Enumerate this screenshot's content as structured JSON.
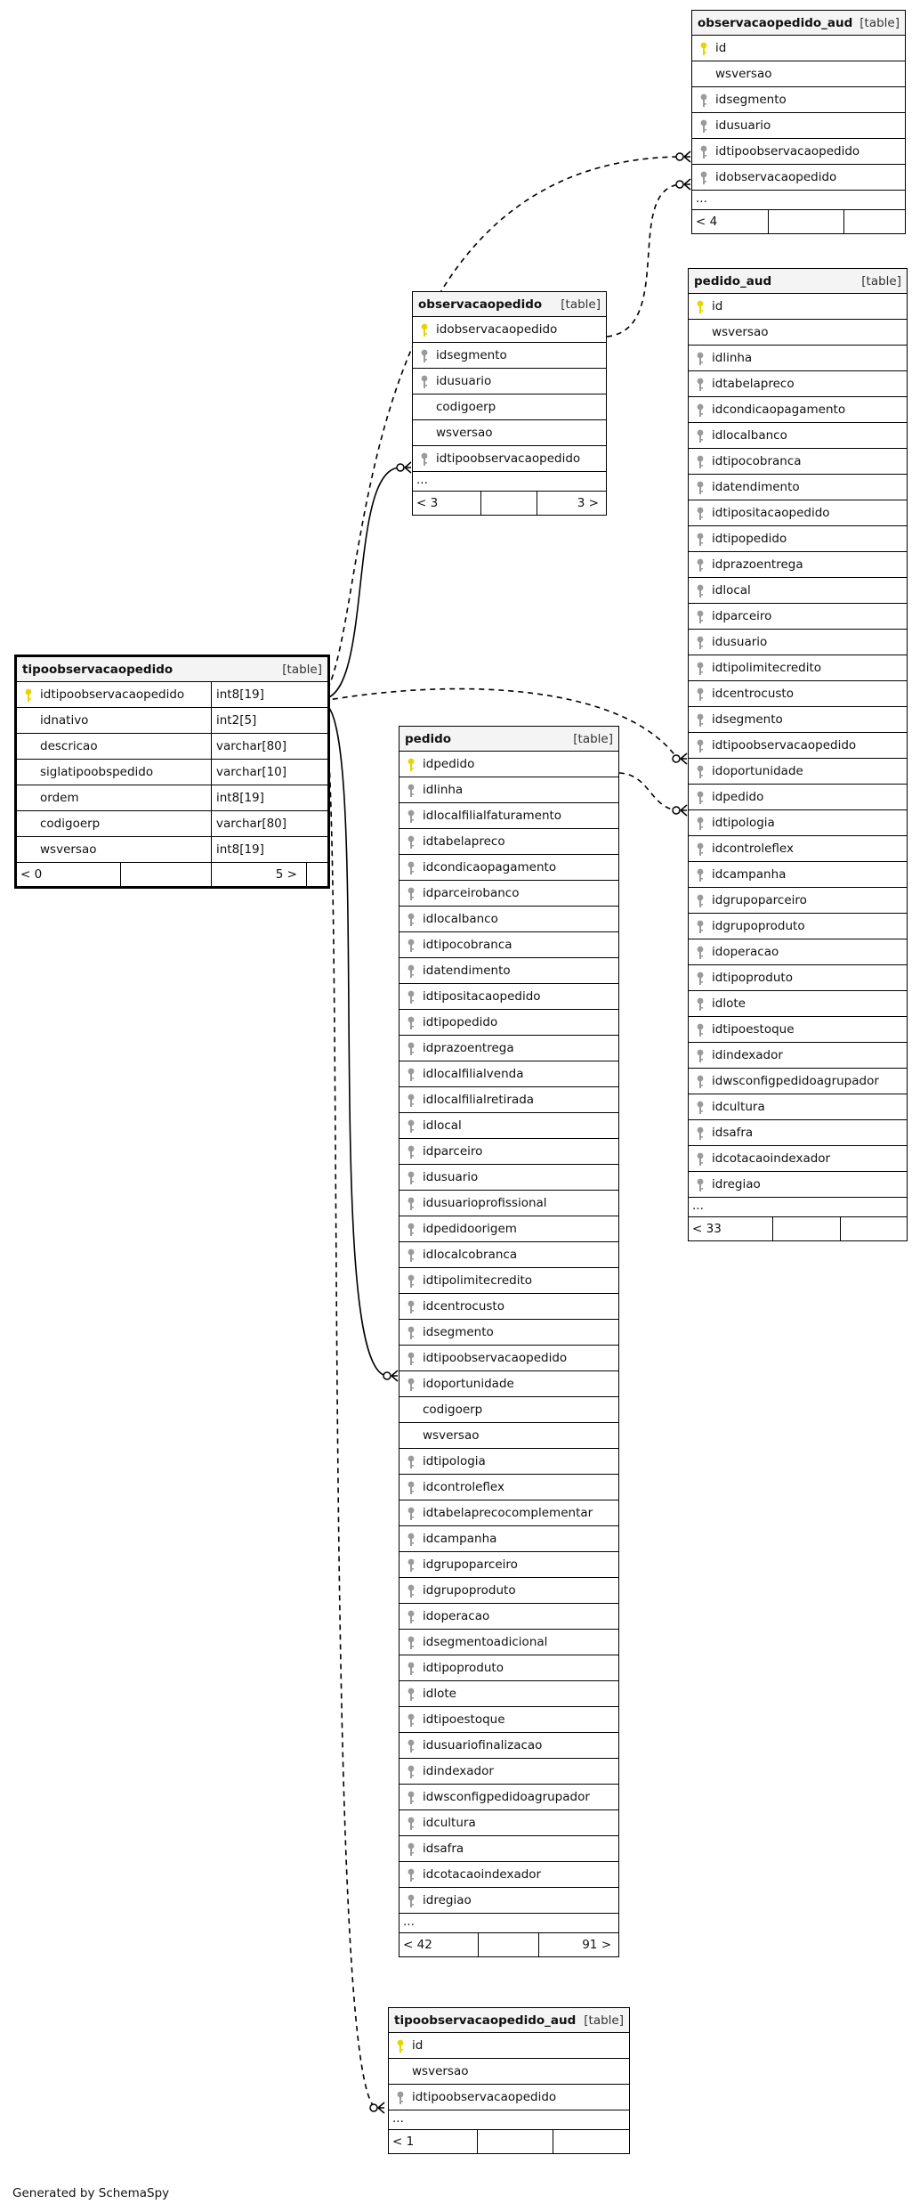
{
  "tables": [
    {
      "id": "t-aud",
      "name": "observacaopedido_aud",
      "kind": "[table]",
      "columns": [
        {
          "name": "id",
          "key": "pk"
        },
        {
          "name": "wsversao",
          "key": "none"
        },
        {
          "name": "idsegmento",
          "key": "fk"
        },
        {
          "name": "idusuario",
          "key": "fk"
        },
        {
          "name": "idtipoobservacaopedido",
          "key": "fk"
        },
        {
          "name": "idobservacaopedido",
          "key": "fk"
        }
      ],
      "ellipsis": "...",
      "footer_left": "< 4",
      "footer_right": ""
    },
    {
      "id": "t-obs",
      "name": "observacaopedido",
      "kind": "[table]",
      "columns": [
        {
          "name": "idobservacaopedido",
          "key": "pk"
        },
        {
          "name": "idsegmento",
          "key": "fk"
        },
        {
          "name": "idusuario",
          "key": "fk"
        },
        {
          "name": "codigoerp",
          "key": "none"
        },
        {
          "name": "wsversao",
          "key": "none"
        },
        {
          "name": "idtipoobservacaopedido",
          "key": "fk"
        }
      ],
      "ellipsis": "...",
      "footer_left": "< 3",
      "footer_right": "3 >"
    },
    {
      "id": "t-paud",
      "name": "pedido_aud",
      "kind": "[table]",
      "columns": [
        {
          "name": "id",
          "key": "pk"
        },
        {
          "name": "wsversao",
          "key": "none"
        },
        {
          "name": "idlinha",
          "key": "fk"
        },
        {
          "name": "idtabelapreco",
          "key": "fk"
        },
        {
          "name": "idcondicaopagamento",
          "key": "fk"
        },
        {
          "name": "idlocalbanco",
          "key": "fk"
        },
        {
          "name": "idtipocobranca",
          "key": "fk"
        },
        {
          "name": "idatendimento",
          "key": "fk"
        },
        {
          "name": "idtipositacaopedido",
          "key": "fk"
        },
        {
          "name": "idtipopedido",
          "key": "fk"
        },
        {
          "name": "idprazoentrega",
          "key": "fk"
        },
        {
          "name": "idlocal",
          "key": "fk"
        },
        {
          "name": "idparceiro",
          "key": "fk"
        },
        {
          "name": "idusuario",
          "key": "fk"
        },
        {
          "name": "idtipolimitecredito",
          "key": "fk"
        },
        {
          "name": "idcentrocusto",
          "key": "fk"
        },
        {
          "name": "idsegmento",
          "key": "fk"
        },
        {
          "name": "idtipoobservacaopedido",
          "key": "fk"
        },
        {
          "name": "idoportunidade",
          "key": "fk"
        },
        {
          "name": "idpedido",
          "key": "fk"
        },
        {
          "name": "idtipologia",
          "key": "fk"
        },
        {
          "name": "idcontroleflex",
          "key": "fk"
        },
        {
          "name": "idcampanha",
          "key": "fk"
        },
        {
          "name": "idgrupoparceiro",
          "key": "fk"
        },
        {
          "name": "idgrupoproduto",
          "key": "fk"
        },
        {
          "name": "idoperacao",
          "key": "fk"
        },
        {
          "name": "idtipoproduto",
          "key": "fk"
        },
        {
          "name": "idlote",
          "key": "fk"
        },
        {
          "name": "idtipoestoque",
          "key": "fk"
        },
        {
          "name": "idindexador",
          "key": "fk"
        },
        {
          "name": "idwsconfigpedidoagrupador",
          "key": "fk"
        },
        {
          "name": "idcultura",
          "key": "fk"
        },
        {
          "name": "idsafra",
          "key": "fk"
        },
        {
          "name": "idcotacaoindexador",
          "key": "fk"
        },
        {
          "name": "idregiao",
          "key": "fk"
        }
      ],
      "ellipsis": "...",
      "footer_left": "< 33",
      "footer_right": ""
    },
    {
      "id": "t-tipo",
      "name": "tipoobservacaopedido",
      "kind": "[table]",
      "columns": [
        {
          "name": "idtipoobservacaopedido",
          "key": "pk",
          "type": "int8[19]"
        },
        {
          "name": "idnativo",
          "key": "none",
          "type": "int2[5]"
        },
        {
          "name": "descricao",
          "key": "none",
          "type": "varchar[80]"
        },
        {
          "name": "siglatipoobspedido",
          "key": "none",
          "type": "varchar[10]"
        },
        {
          "name": "ordem",
          "key": "none",
          "type": "int8[19]"
        },
        {
          "name": "codigoerp",
          "key": "none",
          "type": "varchar[80]"
        },
        {
          "name": "wsversao",
          "key": "none",
          "type": "int8[19]"
        }
      ],
      "ellipsis": "",
      "footer_left": "< 0",
      "footer_right": "5 >"
    },
    {
      "id": "t-ped",
      "name": "pedido",
      "kind": "[table]",
      "columns": [
        {
          "name": "idpedido",
          "key": "pk"
        },
        {
          "name": "idlinha",
          "key": "fk"
        },
        {
          "name": "idlocalfilialfaturamento",
          "key": "fk"
        },
        {
          "name": "idtabelapreco",
          "key": "fk"
        },
        {
          "name": "idcondicaopagamento",
          "key": "fk"
        },
        {
          "name": "idparceirobanco",
          "key": "fk"
        },
        {
          "name": "idlocalbanco",
          "key": "fk"
        },
        {
          "name": "idtipocobranca",
          "key": "fk"
        },
        {
          "name": "idatendimento",
          "key": "fk"
        },
        {
          "name": "idtipositacaopedido",
          "key": "fk"
        },
        {
          "name": "idtipopedido",
          "key": "fk"
        },
        {
          "name": "idprazoentrega",
          "key": "fk"
        },
        {
          "name": "idlocalfilialvenda",
          "key": "fk"
        },
        {
          "name": "idlocalfilialretirada",
          "key": "fk"
        },
        {
          "name": "idlocal",
          "key": "fk"
        },
        {
          "name": "idparceiro",
          "key": "fk"
        },
        {
          "name": "idusuario",
          "key": "fk"
        },
        {
          "name": "idusuarioprofissional",
          "key": "fk"
        },
        {
          "name": "idpedidoorigem",
          "key": "fk"
        },
        {
          "name": "idlocalcobranca",
          "key": "fk"
        },
        {
          "name": "idtipolimitecredito",
          "key": "fk"
        },
        {
          "name": "idcentrocusto",
          "key": "fk"
        },
        {
          "name": "idsegmento",
          "key": "fk"
        },
        {
          "name": "idtipoobservacaopedido",
          "key": "fk"
        },
        {
          "name": "idoportunidade",
          "key": "fk"
        },
        {
          "name": "codigoerp",
          "key": "none"
        },
        {
          "name": "wsversao",
          "key": "none"
        },
        {
          "name": "idtipologia",
          "key": "fk"
        },
        {
          "name": "idcontroleflex",
          "key": "fk"
        },
        {
          "name": "idtabelaprecocomplementar",
          "key": "fk"
        },
        {
          "name": "idcampanha",
          "key": "fk"
        },
        {
          "name": "idgrupoparceiro",
          "key": "fk"
        },
        {
          "name": "idgrupoproduto",
          "key": "fk"
        },
        {
          "name": "idoperacao",
          "key": "fk"
        },
        {
          "name": "idsegmentoadicional",
          "key": "fk"
        },
        {
          "name": "idtipoproduto",
          "key": "fk"
        },
        {
          "name": "idlote",
          "key": "fk"
        },
        {
          "name": "idtipoestoque",
          "key": "fk"
        },
        {
          "name": "idusuariofinalizacao",
          "key": "fk"
        },
        {
          "name": "idindexador",
          "key": "fk"
        },
        {
          "name": "idwsconfigpedidoagrupador",
          "key": "fk"
        },
        {
          "name": "idcultura",
          "key": "fk"
        },
        {
          "name": "idsafra",
          "key": "fk"
        },
        {
          "name": "idcotacaoindexador",
          "key": "fk"
        },
        {
          "name": "idregiao",
          "key": "fk"
        }
      ],
      "ellipsis": "...",
      "footer_left": "< 42",
      "footer_right": "91 >"
    },
    {
      "id": "t-taud",
      "name": "tipoobservacaopedido_aud",
      "kind": "[table]",
      "columns": [
        {
          "name": "id",
          "key": "pk"
        },
        {
          "name": "wsversao",
          "key": "none"
        },
        {
          "name": "idtipoobservacaopedido",
          "key": "fk"
        }
      ],
      "ellipsis": "...",
      "footer_left": "< 1",
      "footer_right": ""
    }
  ],
  "credit": "Generated by SchemaSpy",
  "colors": {
    "pk": "#e8d400",
    "fk": "#9a9a9a",
    "line": "#000000"
  }
}
